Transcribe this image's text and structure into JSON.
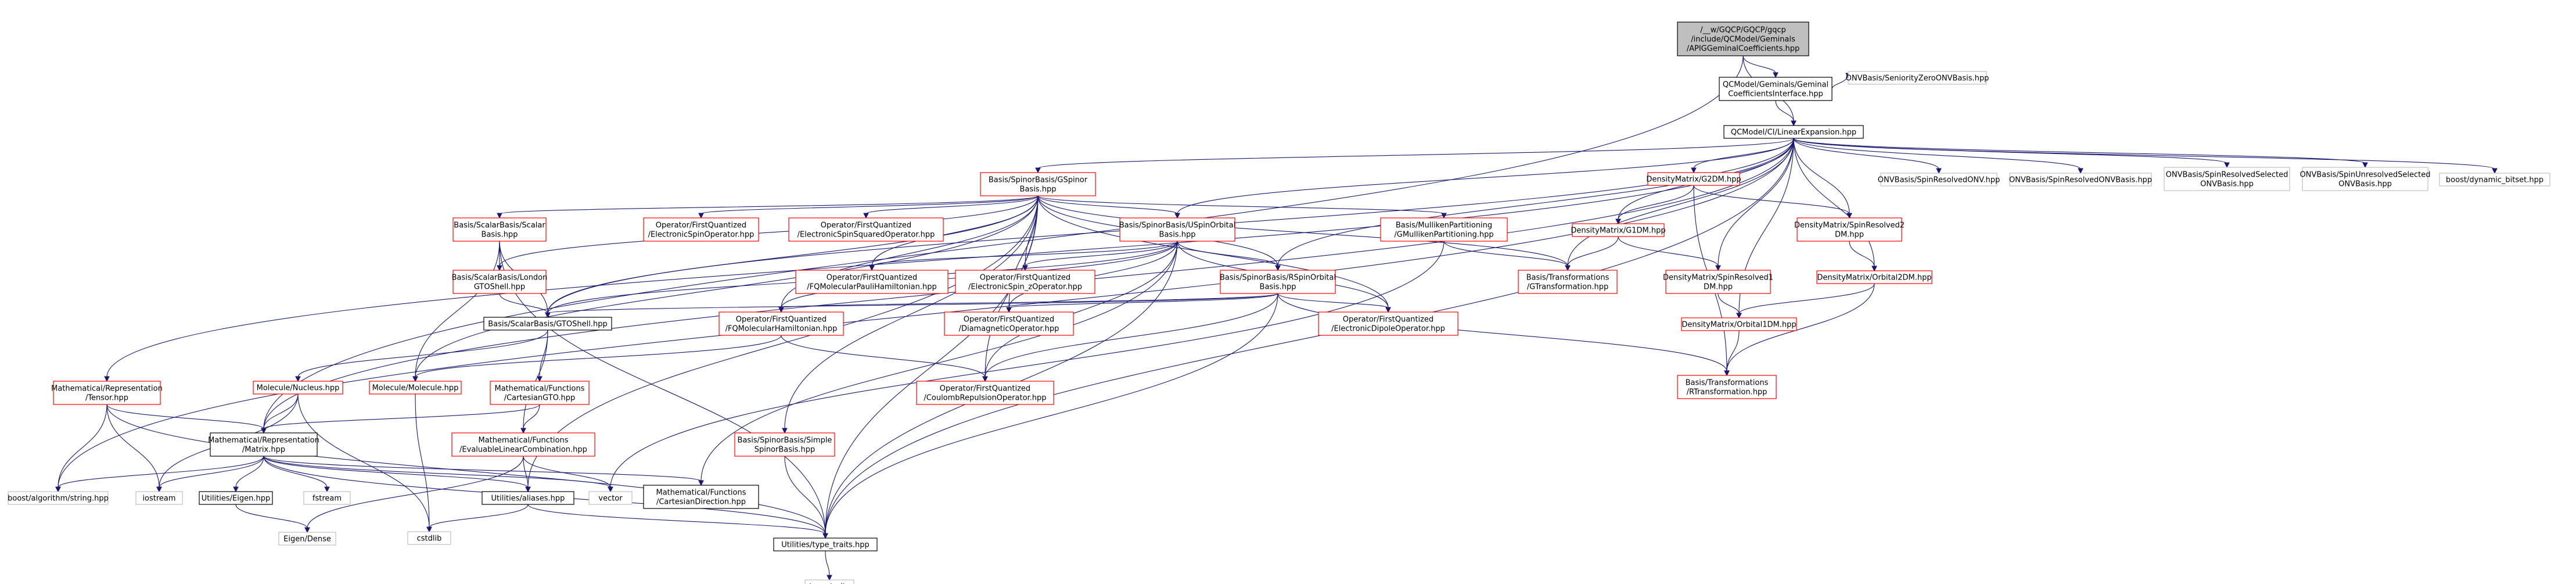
{
  "diagram": {
    "root": "root",
    "nodes": [
      {
        "id": "root",
        "kind": "root",
        "lines": [
          "/__w/GQCP/GQCP/gqcp",
          "/include/QCModel/Geminals",
          "/APIGGeminalCoefficients.hpp"
        ]
      },
      {
        "id": "gci",
        "kind": "normal",
        "lines": [
          "QCModel/Geminals/Geminal",
          "CoefficientsInterface.hpp"
        ]
      },
      {
        "id": "onvsz",
        "kind": "gray",
        "lines": [
          "ONVBasis/SeniorityZeroONVBasis.hpp"
        ]
      },
      {
        "id": "cile",
        "kind": "normal",
        "lines": [
          "QCModel/CI/LinearExpansion.hpp"
        ]
      },
      {
        "id": "gspinor",
        "kind": "red",
        "lines": [
          "Basis/SpinorBasis/GSpinor",
          "Basis.hpp"
        ]
      },
      {
        "id": "g2dm",
        "kind": "red",
        "lines": [
          "DensityMatrix/G2DM.hpp"
        ]
      },
      {
        "id": "onvsr",
        "kind": "gray",
        "lines": [
          "ONVBasis/SpinResolvedONV.hpp"
        ]
      },
      {
        "id": "onvsrb",
        "kind": "gray",
        "lines": [
          "ONVBasis/SpinResolvedONVBasis.hpp"
        ]
      },
      {
        "id": "onvsrs",
        "kind": "gray",
        "lines": [
          "ONVBasis/SpinResolvedSelected",
          "ONVBasis.hpp"
        ]
      },
      {
        "id": "onvsus",
        "kind": "gray",
        "lines": [
          "ONVBasis/SpinUnresolvedSelected",
          "ONVBasis.hpp"
        ]
      },
      {
        "id": "dynbit",
        "kind": "gray",
        "lines": [
          "boost/dynamic_bitset.hpp"
        ]
      },
      {
        "id": "scalar",
        "kind": "red",
        "lines": [
          "Basis/ScalarBasis/Scalar",
          "Basis.hpp"
        ]
      },
      {
        "id": "espinop",
        "kind": "red",
        "lines": [
          "Operator/FirstQuantized",
          "/ElectronicSpinOperator.hpp"
        ]
      },
      {
        "id": "esqop",
        "kind": "red",
        "lines": [
          "Operator/FirstQuantized",
          "/ElectronicSpinSquaredOperator.hpp"
        ]
      },
      {
        "id": "uspin",
        "kind": "red",
        "lines": [
          "Basis/SpinorBasis/USpinOrbital",
          "Basis.hpp"
        ]
      },
      {
        "id": "mull",
        "kind": "red",
        "lines": [
          "Basis/MullikenPartitioning",
          "/GMullikenPartitioning.hpp"
        ]
      },
      {
        "id": "g1dm",
        "kind": "red",
        "lines": [
          "DensityMatrix/G1DM.hpp"
        ]
      },
      {
        "id": "sr2dm",
        "kind": "red",
        "lines": [
          "DensityMatrix/SpinResolved2",
          "DM.hpp"
        ]
      },
      {
        "id": "london",
        "kind": "red",
        "lines": [
          "Basis/ScalarBasis/London",
          "GTOShell.hpp"
        ]
      },
      {
        "id": "fqpauli",
        "kind": "red",
        "lines": [
          "Operator/FirstQuantized",
          "/FQMolecularPauliHamiltonian.hpp"
        ]
      },
      {
        "id": "espinz",
        "kind": "red",
        "lines": [
          "Operator/FirstQuantized",
          "/ElectronicSpin_zOperator.hpp"
        ]
      },
      {
        "id": "rspin",
        "kind": "red",
        "lines": [
          "Basis/SpinorBasis/RSpinOrbital",
          "Basis.hpp"
        ]
      },
      {
        "id": "gtrans",
        "kind": "red",
        "lines": [
          "Basis/Transformations",
          "/GTransformation.hpp"
        ]
      },
      {
        "id": "sr1dm",
        "kind": "red",
        "lines": [
          "DensityMatrix/SpinResolved1",
          "DM.hpp"
        ]
      },
      {
        "id": "orb2dm",
        "kind": "red",
        "lines": [
          "DensityMatrix/Orbital2DM.hpp"
        ]
      },
      {
        "id": "gtoshell",
        "kind": "normal",
        "lines": [
          "Basis/ScalarBasis/GTOShell.hpp"
        ]
      },
      {
        "id": "fqmol",
        "kind": "red",
        "lines": [
          "Operator/FirstQuantized",
          "/FQMolecularHamiltonian.hpp"
        ]
      },
      {
        "id": "diamag",
        "kind": "red",
        "lines": [
          "Operator/FirstQuantized",
          "/DiamagneticOperator.hpp"
        ]
      },
      {
        "id": "edipole",
        "kind": "red",
        "lines": [
          "Operator/FirstQuantized",
          "/ElectronicDipoleOperator.hpp"
        ]
      },
      {
        "id": "orb1dm",
        "kind": "red",
        "lines": [
          "DensityMatrix/Orbital1DM.hpp"
        ]
      },
      {
        "id": "tensor",
        "kind": "red",
        "lines": [
          "Mathematical/Representation",
          "/Tensor.hpp"
        ]
      },
      {
        "id": "nucleus",
        "kind": "red",
        "lines": [
          "Molecule/Nucleus.hpp"
        ]
      },
      {
        "id": "cgto",
        "kind": "red",
        "lines": [
          "Mathematical/Functions",
          "/CartesianGTO.hpp"
        ]
      },
      {
        "id": "molecule",
        "kind": "red",
        "lines": [
          "Molecule/Molecule.hpp"
        ]
      },
      {
        "id": "coulomb",
        "kind": "red",
        "lines": [
          "Operator/FirstQuantized",
          "/CoulombRepulsionOperator.hpp"
        ]
      },
      {
        "id": "rtrans",
        "kind": "red",
        "lines": [
          "Basis/Transformations",
          "/RTransformation.hpp"
        ]
      },
      {
        "id": "simple",
        "kind": "red",
        "lines": [
          "Basis/SpinorBasis/Simple",
          "SpinorBasis.hpp"
        ]
      },
      {
        "id": "matrix",
        "kind": "normal",
        "lines": [
          "Mathematical/Representation",
          "/Matrix.hpp"
        ]
      },
      {
        "id": "evallin",
        "kind": "red",
        "lines": [
          "Mathematical/Functions",
          "/EvaluableLinearCombination.hpp"
        ]
      },
      {
        "id": "cartdir",
        "kind": "normal",
        "lines": [
          "Mathematical/Functions",
          "/CartesianDirection.hpp"
        ]
      },
      {
        "id": "boostalg",
        "kind": "gray",
        "lines": [
          "boost/algorithm/string.hpp"
        ]
      },
      {
        "id": "iostream",
        "kind": "gray",
        "lines": [
          "iostream"
        ]
      },
      {
        "id": "ueigen",
        "kind": "normal",
        "lines": [
          "Utilities/Eigen.hpp"
        ]
      },
      {
        "id": "fstream",
        "kind": "gray",
        "lines": [
          "fstream"
        ]
      },
      {
        "id": "aliases",
        "kind": "normal",
        "lines": [
          "Utilities/aliases.hpp"
        ]
      },
      {
        "id": "vector",
        "kind": "gray",
        "lines": [
          "vector"
        ]
      },
      {
        "id": "cstdlib",
        "kind": "gray",
        "lines": [
          "cstdlib"
        ]
      },
      {
        "id": "eigen",
        "kind": "gray",
        "lines": [
          "Eigen/Dense"
        ]
      },
      {
        "id": "typetraits",
        "kind": "normal",
        "lines": [
          "Utilities/type_traits.hpp"
        ]
      },
      {
        "id": "tt",
        "kind": "gray",
        "lines": [
          "type_traits"
        ]
      }
    ],
    "edges": [
      [
        "root",
        "gci"
      ],
      [
        "root",
        "cile"
      ],
      [
        "root",
        "matrix"
      ],
      [
        "gci",
        "cile"
      ],
      [
        "gci",
        "onvsz"
      ],
      [
        "cile",
        "gspinor"
      ],
      [
        "cile",
        "g2dm"
      ],
      [
        "cile",
        "g1dm"
      ],
      [
        "cile",
        "onvsr"
      ],
      [
        "cile",
        "onvsrb"
      ],
      [
        "cile",
        "onvsrs"
      ],
      [
        "cile",
        "onvsus"
      ],
      [
        "cile",
        "dynbit"
      ],
      [
        "cile",
        "sr2dm"
      ],
      [
        "cile",
        "sr1dm"
      ],
      [
        "cile",
        "orb2dm"
      ],
      [
        "cile",
        "orb1dm"
      ],
      [
        "cile",
        "uspin"
      ],
      [
        "cile",
        "rspin"
      ],
      [
        "cile",
        "gtrans"
      ],
      [
        "cile",
        "tensor"
      ],
      [
        "cile",
        "matrix"
      ],
      [
        "cile",
        "boostalg"
      ],
      [
        "cile",
        "typetraits"
      ],
      [
        "cile",
        "gtoshell"
      ],
      [
        "gspinor",
        "scalar"
      ],
      [
        "gspinor",
        "espinop"
      ],
      [
        "gspinor",
        "esqop"
      ],
      [
        "gspinor",
        "uspin"
      ],
      [
        "gspinor",
        "mull"
      ],
      [
        "gspinor",
        "gtrans"
      ],
      [
        "gspinor",
        "london"
      ],
      [
        "gspinor",
        "gtoshell"
      ],
      [
        "gspinor",
        "fqpauli"
      ],
      [
        "gspinor",
        "espinz"
      ],
      [
        "gspinor",
        "rspin"
      ],
      [
        "gspinor",
        "fqmol"
      ],
      [
        "gspinor",
        "diamag"
      ],
      [
        "gspinor",
        "edipole"
      ],
      [
        "gspinor",
        "coulomb"
      ],
      [
        "gspinor",
        "simple"
      ],
      [
        "gspinor",
        "molecule"
      ],
      [
        "gspinor",
        "aliases"
      ],
      [
        "gspinor",
        "typetraits"
      ],
      [
        "g2dm",
        "g1dm"
      ],
      [
        "g2dm",
        "sr2dm"
      ],
      [
        "g2dm",
        "rtrans"
      ],
      [
        "g1dm",
        "gtrans"
      ],
      [
        "g1dm",
        "sr1dm"
      ],
      [
        "sr2dm",
        "orb2dm"
      ],
      [
        "sr1dm",
        "orb1dm"
      ],
      [
        "orb2dm",
        "orb1dm"
      ],
      [
        "orb2dm",
        "rtrans"
      ],
      [
        "orb1dm",
        "rtrans"
      ],
      [
        "scalar",
        "london"
      ],
      [
        "scalar",
        "gtoshell"
      ],
      [
        "scalar",
        "molecule"
      ],
      [
        "scalar",
        "typetraits"
      ],
      [
        "london",
        "gtoshell"
      ],
      [
        "uspin",
        "fqpauli"
      ],
      [
        "uspin",
        "espinz"
      ],
      [
        "uspin",
        "rspin"
      ],
      [
        "uspin",
        "gtoshell"
      ],
      [
        "uspin",
        "fqmol"
      ],
      [
        "uspin",
        "diamag"
      ],
      [
        "uspin",
        "edipole"
      ],
      [
        "uspin",
        "coulomb"
      ],
      [
        "uspin",
        "cartdir"
      ],
      [
        "uspin",
        "typetraits"
      ],
      [
        "mull",
        "gtrans"
      ],
      [
        "mull",
        "vector"
      ],
      [
        "rspin",
        "gtoshell"
      ],
      [
        "rspin",
        "fqmol"
      ],
      [
        "rspin",
        "diamag"
      ],
      [
        "rspin",
        "edipole"
      ],
      [
        "rspin",
        "coulomb"
      ],
      [
        "rspin",
        "rtrans"
      ],
      [
        "rspin",
        "typetraits"
      ],
      [
        "fqmol",
        "coulomb"
      ],
      [
        "fqmol",
        "molecule"
      ],
      [
        "gtoshell",
        "nucleus"
      ],
      [
        "gtoshell",
        "cgto"
      ],
      [
        "gtoshell",
        "evallin"
      ],
      [
        "nucleus",
        "matrix"
      ],
      [
        "nucleus",
        "iostream"
      ],
      [
        "nucleus",
        "cstdlib"
      ],
      [
        "cgto",
        "matrix"
      ],
      [
        "cgto",
        "evallin"
      ],
      [
        "molecule",
        "cstdlib"
      ],
      [
        "tensor",
        "matrix"
      ],
      [
        "tensor",
        "boostalg"
      ],
      [
        "tensor",
        "iostream"
      ],
      [
        "tensor",
        "typetraits"
      ],
      [
        "simple",
        "typetraits"
      ],
      [
        "matrix",
        "boostalg"
      ],
      [
        "matrix",
        "iostream"
      ],
      [
        "matrix",
        "ueigen"
      ],
      [
        "matrix",
        "fstream"
      ],
      [
        "matrix",
        "aliases"
      ],
      [
        "matrix",
        "vector"
      ],
      [
        "matrix",
        "cartdir"
      ],
      [
        "matrix",
        "typetraits"
      ],
      [
        "evallin",
        "aliases"
      ],
      [
        "evallin",
        "vector"
      ],
      [
        "evallin",
        "eigen"
      ],
      [
        "ueigen",
        "eigen"
      ],
      [
        "aliases",
        "cstdlib"
      ],
      [
        "aliases",
        "typetraits"
      ],
      [
        "typetraits",
        "tt"
      ]
    ]
  }
}
